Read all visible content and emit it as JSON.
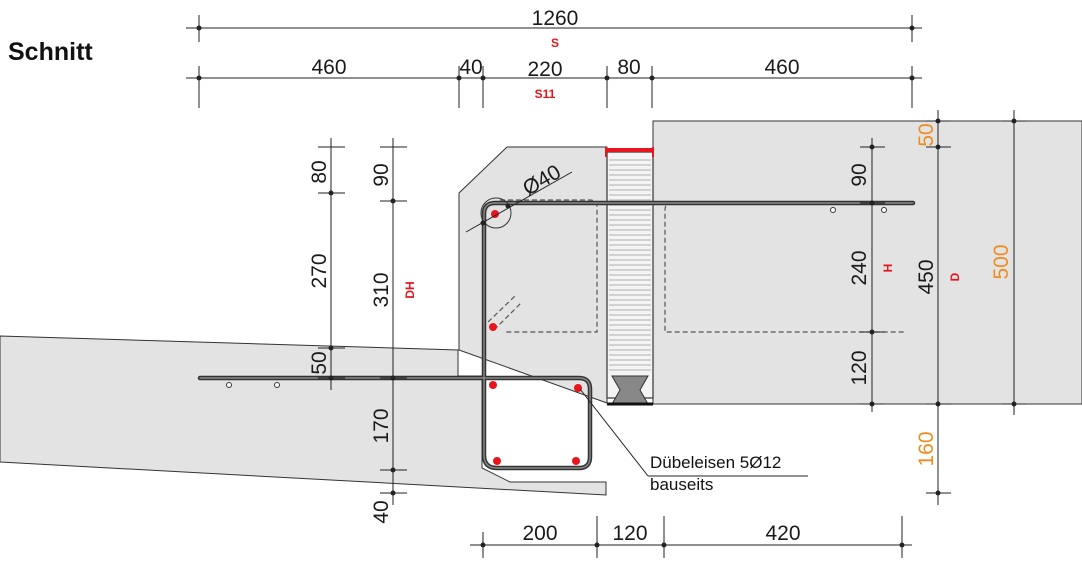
{
  "title": "Schnitt",
  "dimensions": {
    "top_total": "1260",
    "top_segments": [
      "460",
      "40",
      "220",
      "80",
      "460"
    ],
    "left_outer": [
      "80",
      "270",
      "50"
    ],
    "left_inner": [
      "90",
      "310",
      "170",
      "40"
    ],
    "right_inner": [
      "90",
      "240",
      "120"
    ],
    "right_d": "450",
    "bottom": [
      "200",
      "120",
      "420"
    ],
    "diameter": "Ø40"
  },
  "orange_dims": [
    "50",
    "500",
    "160"
  ],
  "labels": {
    "s": "S",
    "s11": "S11",
    "dh": "DH",
    "h": "H",
    "d": "D"
  },
  "note": {
    "line1": "Dübeleisen 5Ø12",
    "line2": "bauseits"
  },
  "colors": {
    "marker": "#e8141e",
    "orange": "#f08c1e",
    "concrete": "#e3e3e3",
    "line": "#222222"
  }
}
